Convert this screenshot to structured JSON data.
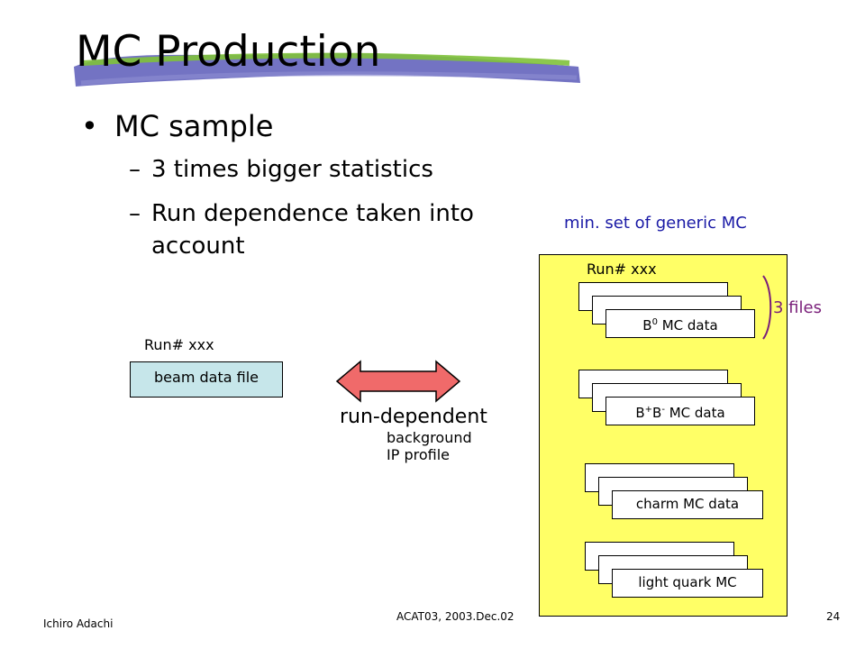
{
  "slide": {
    "title": "MC Production",
    "bullet": "MC sample",
    "subbullets": [
      "3 times bigger statistics",
      "Run dependence taken into",
      "account"
    ],
    "dash": "–",
    "bullet_symbol": "•"
  },
  "diagram": {
    "panel_heading": "min. set of generic MC",
    "panel_run_label": "Run# xxx",
    "files_label": "3 files",
    "mc_groups": [
      {
        "label": "B",
        "sup": "0",
        "rest": " MC data"
      },
      {
        "label": "B",
        "sup": "+",
        "label2": "B",
        "sup2": "-",
        "rest": " MC data"
      },
      {
        "label": "charm MC data"
      },
      {
        "label": "light quark MC"
      }
    ],
    "beam_run_label": "Run# xxx",
    "beam_file": "beam data file",
    "arrow_label": "run-dependent",
    "arrow_details": [
      "background",
      "IP profile"
    ]
  },
  "footer": {
    "author": "Ichiro Adachi",
    "event": "ACAT03, 2003.Dec.02",
    "page": "24"
  },
  "colors": {
    "panel": "#ffff66",
    "beam_file": "#c6e6ea",
    "arrow_fill": "#f06a6a",
    "heading_blue": "#1a1aa6",
    "brace_purple": "#7a1f7a",
    "brush_blue": "#5a5ab8",
    "brush_green": "#7fc23a"
  }
}
